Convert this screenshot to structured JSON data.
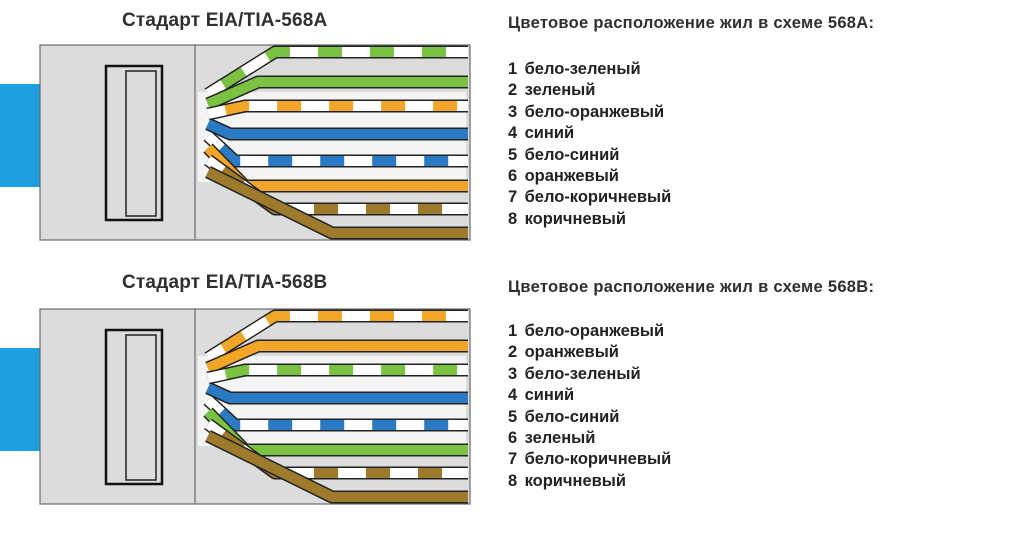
{
  "standard_a": {
    "title": "Стадарт EIA/TIA-568A",
    "heading": "Цветовое расположение жил в схеме 568A:",
    "wires": [
      {
        "num": "1",
        "name": "бело-зеленый",
        "color": "#7cc242",
        "striped": true
      },
      {
        "num": "2",
        "name": "зеленый",
        "color": "#7cc242",
        "striped": false
      },
      {
        "num": "3",
        "name": "бело-оранжевый",
        "color": "#f2a628",
        "striped": true
      },
      {
        "num": "4",
        "name": "синий",
        "color": "#2b7ac4",
        "striped": false
      },
      {
        "num": "5",
        "name": "бело-синий",
        "color": "#2b7ac4",
        "striped": true
      },
      {
        "num": "6",
        "name": "оранжевый",
        "color": "#f2a628",
        "striped": false
      },
      {
        "num": "7",
        "name": "бело-коричневый",
        "color": "#9e7b2c",
        "striped": true
      },
      {
        "num": "8",
        "name": "коричневый",
        "color": "#9e7b2c",
        "striped": false
      }
    ]
  },
  "standard_b": {
    "title": "Стадарт EIA/TIA-568B",
    "heading": "Цветовое расположение жил в схеме 568B:",
    "wires": [
      {
        "num": "1",
        "name": "бело-оранжевый",
        "color": "#f2a628",
        "striped": true
      },
      {
        "num": "2",
        "name": "оранжевый",
        "color": "#f2a628",
        "striped": false
      },
      {
        "num": "3",
        "name": "бело-зеленый",
        "color": "#7cc242",
        "striped": true
      },
      {
        "num": "4",
        "name": "синий",
        "color": "#2b7ac4",
        "striped": false
      },
      {
        "num": "5",
        "name": "бело-синий",
        "color": "#2b7ac4",
        "striped": true
      },
      {
        "num": "6",
        "name": "зеленый",
        "color": "#7cc242",
        "striped": false
      },
      {
        "num": "7",
        "name": "бело-коричневый",
        "color": "#9e7b2c",
        "striped": true
      },
      {
        "num": "8",
        "name": "коричневый",
        "color": "#9e7b2c",
        "striped": false
      }
    ]
  },
  "colors": {
    "cable_jacket": "#1f9fe0",
    "connector_body": "#dcdcdc",
    "connector_outline": "#6a6a6a"
  }
}
